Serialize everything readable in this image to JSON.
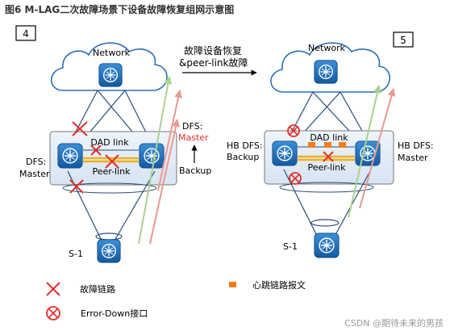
{
  "title": "图6 M-LAG二次故障场景下设备故障恢复组网示意图",
  "step_left": "4",
  "step_right": "5",
  "transition": {
    "line1": "故障设备恢复",
    "line2": "&peer-link故障"
  },
  "left": {
    "network": "Network",
    "dad_link": "DAD link",
    "peer_link": "Peer-link",
    "dfs_left_1": "DFS:",
    "dfs_left_2": "Master",
    "dfs_right_1": "DFS:",
    "dfs_right_2": "Master",
    "backup": "Backup",
    "s1": "S-1"
  },
  "right": {
    "network": "Network",
    "dad_link": "DAD link",
    "peer_link": "Peer-link",
    "hb_left_1": "HB DFS:",
    "hb_left_2": "Backup",
    "hb_right_1": "HB DFS:",
    "hb_right_2": "Master",
    "s1": "S-1"
  },
  "legend": {
    "fault_link": "故障链路",
    "heartbeat": "心跳链路报文",
    "error_down": "Error-Down接口"
  },
  "watermark": "CSDN @期待未来的男孩",
  "colors": {
    "accent_red": "#e0312a",
    "blue": "#1d64a8",
    "link_yellow": "#f2b01e",
    "heartbeat_orange": "#f07d1a"
  }
}
